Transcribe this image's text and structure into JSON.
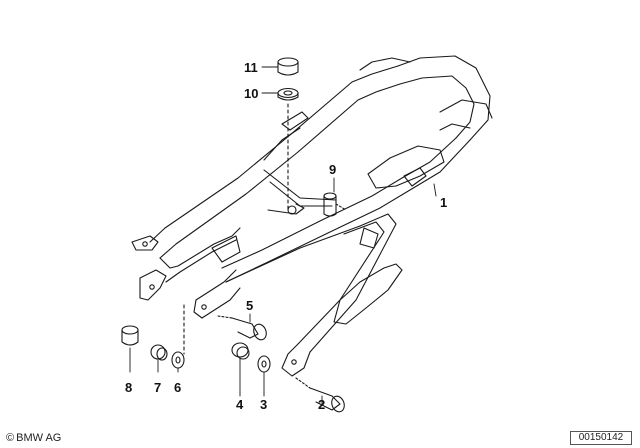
{
  "callouts": {
    "c1": "1",
    "c2": "2",
    "c3": "3",
    "c4": "4",
    "c5": "5",
    "c6": "6",
    "c7": "7",
    "c8": "8",
    "c9": "9",
    "c10": "10",
    "c11": "11"
  },
  "footer": {
    "copyright_symbol": "©",
    "brand": "BMW AG",
    "image_number": "00150142"
  },
  "colors": {
    "line": "#1a1a1a",
    "background": "#ffffff"
  }
}
